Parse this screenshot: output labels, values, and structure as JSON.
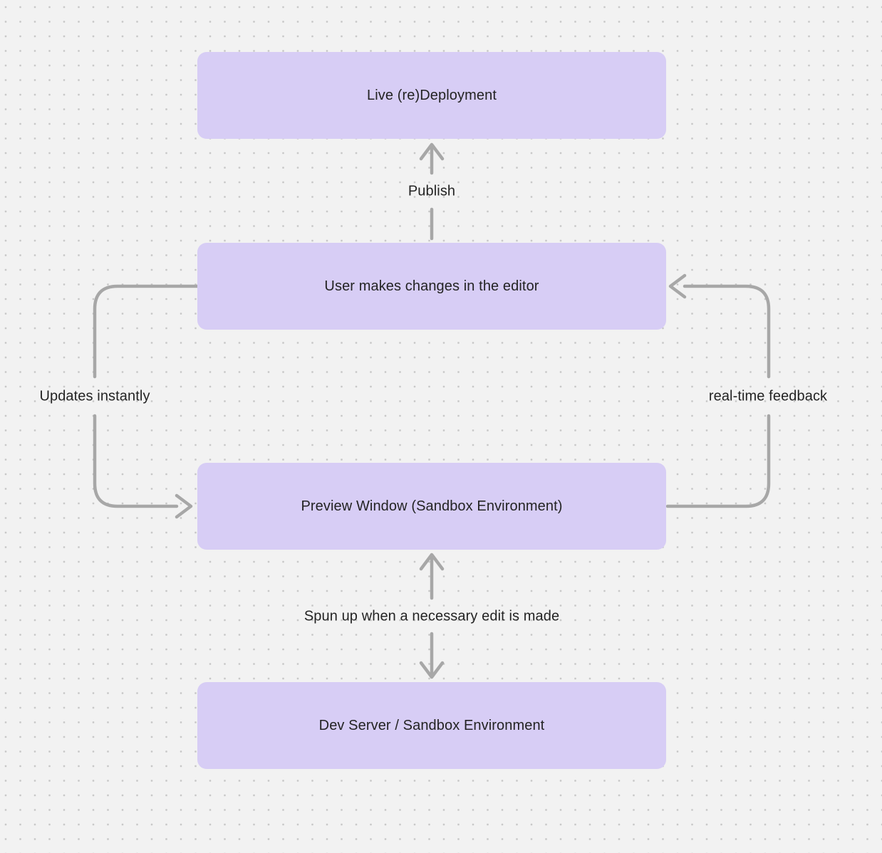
{
  "colors": {
    "background": "#f2f2f2",
    "dot": "#c6c6c6",
    "node_fill": "#d7cdf5",
    "arrow": "#a7a7a7",
    "text": "#232323"
  },
  "nodes": [
    {
      "id": "live-redeployment",
      "label": "Live (re)Deployment"
    },
    {
      "id": "user-editor",
      "label": "User makes changes in the editor"
    },
    {
      "id": "preview-window",
      "label": "Preview Window (Sandbox Environment)"
    },
    {
      "id": "dev-server",
      "label": "Dev Server / Sandbox Environment"
    }
  ],
  "edges": [
    {
      "id": "publish",
      "label": "Publish",
      "from": "user-editor",
      "to": "live-redeployment",
      "arrow": "up"
    },
    {
      "id": "updates-instantly",
      "label": "Updates instantly",
      "from": "user-editor",
      "to": "preview-window",
      "arrow": "left-loop"
    },
    {
      "id": "real-time-feedback",
      "label": "real-time feedback",
      "from": "preview-window",
      "to": "user-editor",
      "arrow": "right-loop"
    },
    {
      "id": "spun-up",
      "label": "Spun up when a necessary edit is made",
      "from": "dev-server",
      "to": "preview-window",
      "arrow": "bidirectional"
    }
  ]
}
